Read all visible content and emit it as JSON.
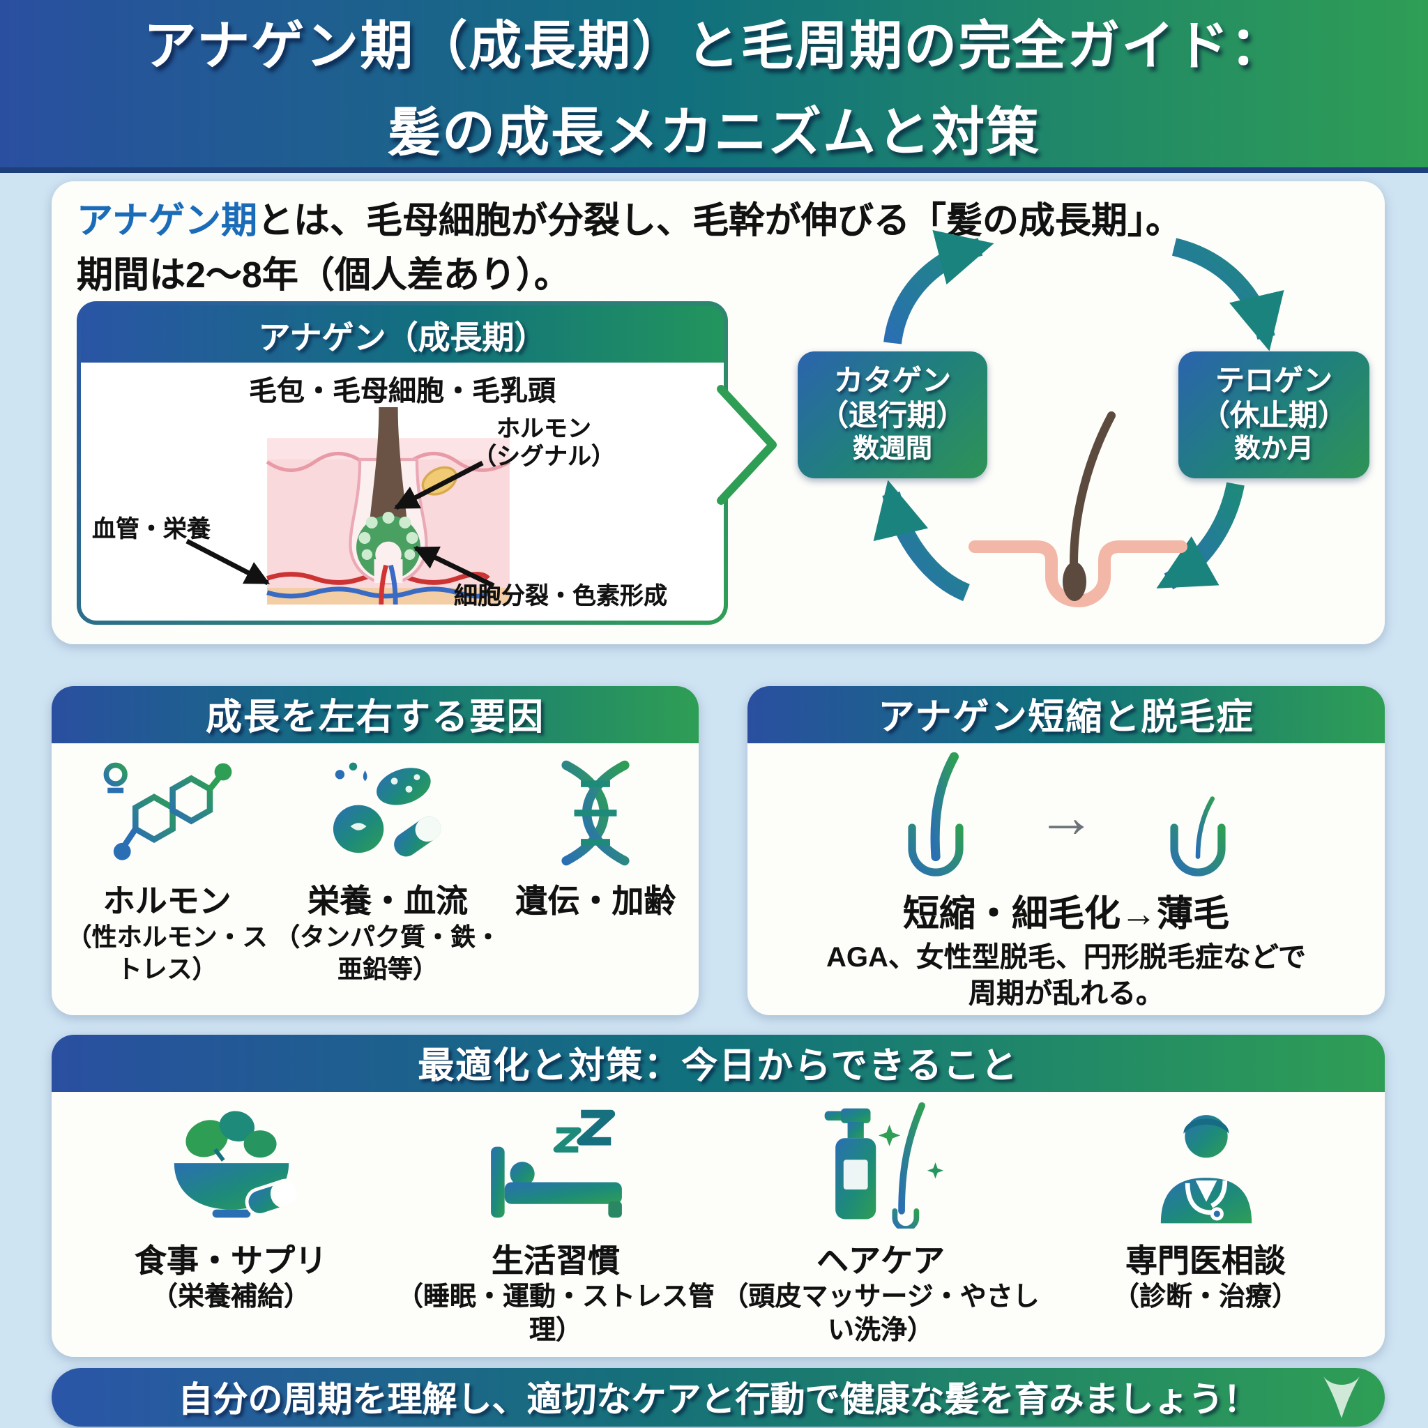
{
  "page": {
    "background": "#cfe4f3"
  },
  "header": {
    "title_line1": "アナゲン期（成長期）と毛周期の完全ガイド：",
    "title_line2": "髪の成長メカニズムと対策"
  },
  "intro": {
    "highlight": "アナゲン期",
    "line1_rest": "とは、毛母細胞が分裂し、毛幹が伸びる「髪の成長期」。",
    "line2": "期間は2〜8年（個人差あり）。"
  },
  "anagen_box": {
    "header": "アナゲン（成長期）",
    "subtitle": "毛包・毛母細胞・毛乳頭",
    "labels": {
      "hormone_line1": "ホルモン",
      "hormone_line2": "（シグナル）",
      "vessel": "血管・栄養",
      "division": "細胞分裂・色素形成"
    }
  },
  "cycle": {
    "catagen": {
      "name": "カタゲン",
      "phase": "（退行期）",
      "duration": "数週間"
    },
    "telogen": {
      "name": "テロゲン",
      "phase": "（休止期）",
      "duration": "数か月"
    }
  },
  "factors": {
    "header": "成長を左右する要因",
    "items": [
      {
        "icon": "hormone-molecule-icon",
        "title": "ホルモン",
        "sub": "（性ホルモン・ストレス）"
      },
      {
        "icon": "nutrition-blood-icon",
        "title": "栄養・血流",
        "sub": "（タンパク質・鉄・亜鉛等）"
      },
      {
        "icon": "dna-icon",
        "title": "遺伝・加齢",
        "sub": ""
      }
    ]
  },
  "shortening": {
    "header": "アナゲン短縮と脱毛症",
    "arrow_glyph": "→",
    "headline": "短縮・細毛化→薄毛",
    "desc_line1": "AGA、女性型脱毛、円形脱毛症などで",
    "desc_line2": "周期が乱れる。"
  },
  "actions": {
    "header": "最適化と対策：今日からできること",
    "items": [
      {
        "icon": "diet-supplement-icon",
        "title": "食事・サプリ",
        "sub": "（栄養補給）"
      },
      {
        "icon": "lifestyle-sleep-icon",
        "title": "生活習慣",
        "sub": "（睡眠・運動・ストレス管理）"
      },
      {
        "icon": "hair-care-icon",
        "title": "ヘアケア",
        "sub": "（頭皮マッサージ・やさしい洗浄）"
      },
      {
        "icon": "doctor-consult-icon",
        "title": "専門医相談",
        "sub": "（診断・治療）"
      }
    ]
  },
  "footer": {
    "message": "自分の周期を理解し、適切なケアと行動で健康な髪を育みましょう！"
  },
  "colors": {
    "header_gradient_left": "#2a4fa0",
    "header_gradient_mid": "#11707d",
    "header_gradient_right": "#2f9e55",
    "highlight_blue": "#1a6cb8",
    "page_bg": "#cfe4f3",
    "panel_bg": "#fdfdfa",
    "cycle_box_blue": "#2b63ae",
    "cycle_box_green": "#2e9355",
    "arrow_teal": "#1a837d",
    "gray_arrow": "#6b7278"
  }
}
